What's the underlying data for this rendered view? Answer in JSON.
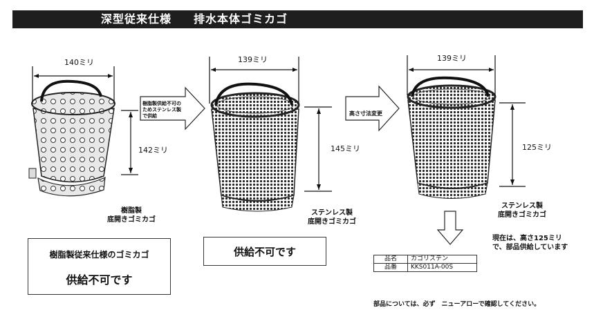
{
  "header": {
    "title_left": "深型従来仕様",
    "title_right": "排水本体ゴミカゴ"
  },
  "basket1": {
    "width": "140ミリ",
    "height": "142ミリ",
    "caption1": "樹脂製",
    "caption2": "底開きゴミカゴ"
  },
  "arrow1": {
    "text": "樹脂製供給不可のためステンレス製で供給"
  },
  "basket2": {
    "width": "139ミリ",
    "height": "145ミリ",
    "caption1": "ステンレス製",
    "caption2": "底開きゴミカゴ"
  },
  "arrow2": {
    "text": "高さ寸法変更"
  },
  "basket3": {
    "width": "139ミリ",
    "height": "125ミリ",
    "caption1": "ステンレス製",
    "caption2": "底開きゴミカゴ"
  },
  "box1": {
    "line1": "樹脂製従来仕様のゴミカゴ",
    "line2": "供給不可です"
  },
  "box2": {
    "text": "供給不可です"
  },
  "note": {
    "line1": "現在は、高さ125ミリ",
    "line2": "で、部品供給しています"
  },
  "part_table": {
    "rows": [
      [
        "品名",
        "カゴリステン"
      ],
      [
        "品番",
        "KKS011A-00S"
      ]
    ]
  },
  "footer": {
    "text": "部品については、必ず　ニューアローで確認してください。"
  }
}
